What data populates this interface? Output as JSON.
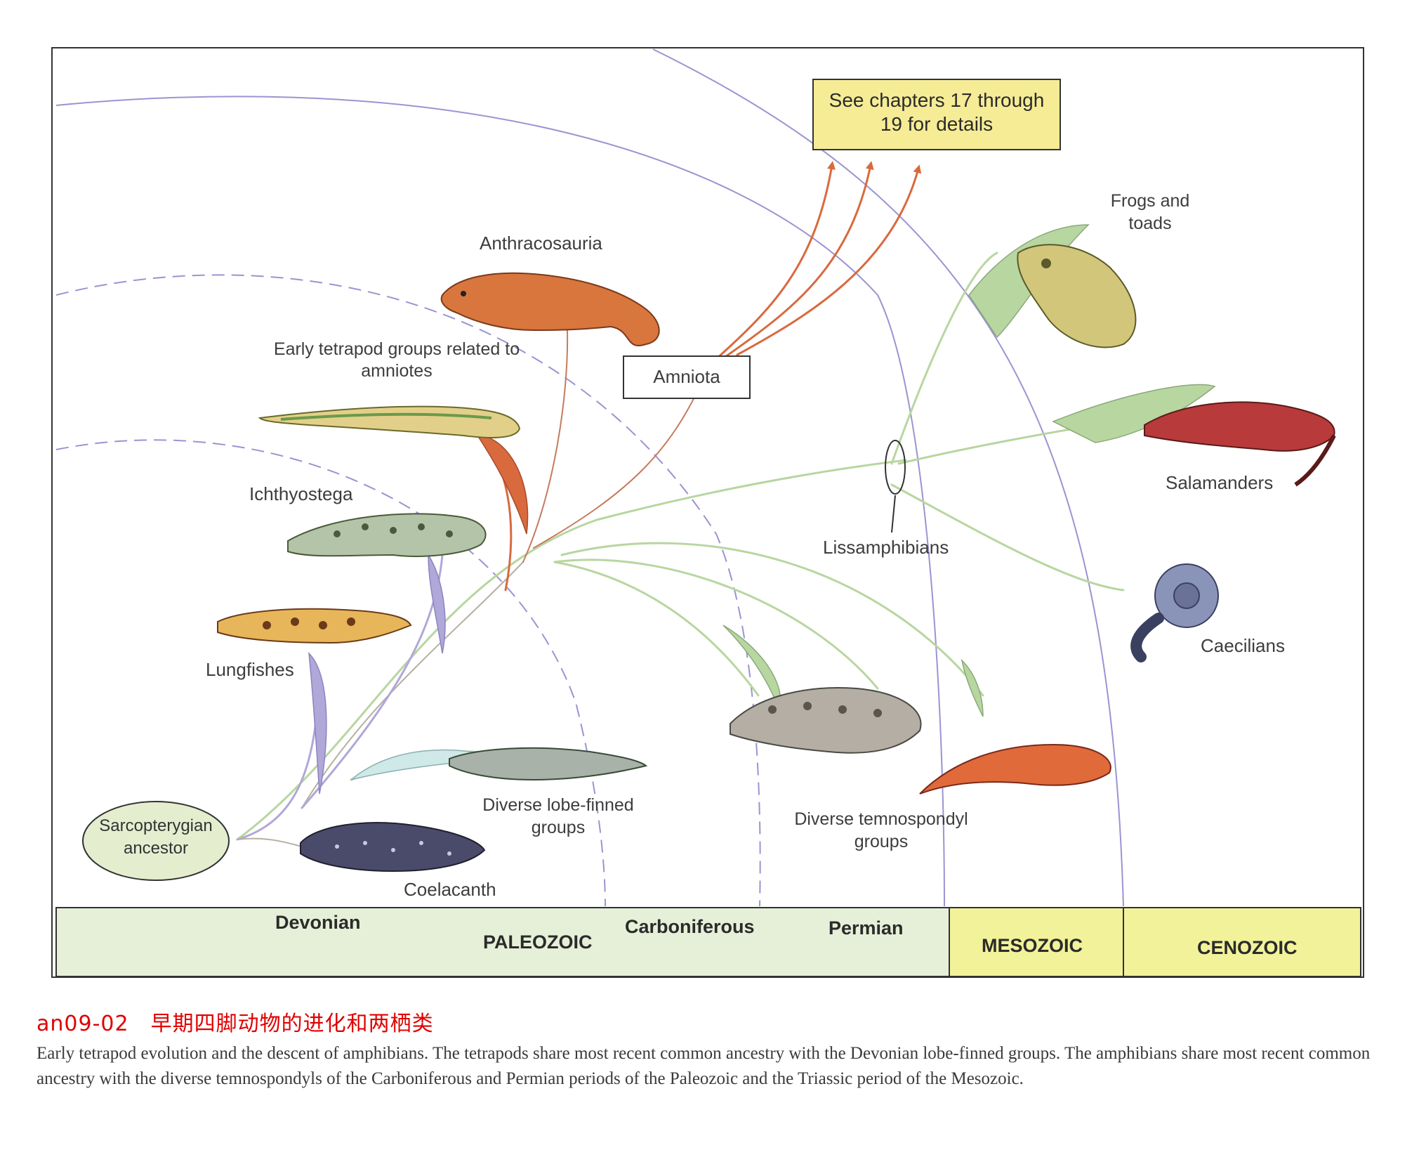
{
  "figure": {
    "note_box": "See chapters 17 through 19 for details",
    "labels": {
      "anthracosauria": "Anthracosauria",
      "early_tetrapod": "Early tetrapod groups related to amniotes",
      "amniota": "Amniota",
      "ichthyostega": "Ichthyostega",
      "lungfishes": "Lungfishes",
      "sarcopterygian": "Sarcopterygian ancestor",
      "coelacanth": "Coelacanth",
      "diverse_lobe": "Diverse lobe-finned groups",
      "diverse_temno": "Diverse temnospondyl groups",
      "lissamphibians": "Lissamphibians",
      "frogs": "Frogs and toads",
      "salamanders": "Salamanders",
      "caecilians": "Caecilians"
    },
    "timeline": {
      "devonian": "Devonian",
      "paleozoic": "PALEOZOIC",
      "carboniferous": "Carboniferous",
      "permian": "Permian",
      "mesozoic": "MESOZOIC",
      "cenozoic": "CENOZOIC"
    },
    "colors": {
      "paleozoic_band": "#e6f0d8",
      "later_era_band": "#f2f29a",
      "note_box_fill": "#f6ec96",
      "branch_green": "#b8d6a0",
      "branch_red": "#d86a3e",
      "arc_lavender": "#9a94d2"
    }
  },
  "caption": {
    "code": "an09-02　早期四脚动物的进化和两栖类",
    "text": "Early tetrapod evolution and the descent of amphibians. The tetrapods share most recent common ancestry with the Devonian lobe-finned groups. The amphibians share most recent common ancestry with the diverse temnospondyls of the Carboniferous and Permian periods of the Paleozoic and the Triassic period of the Mesozoic."
  }
}
